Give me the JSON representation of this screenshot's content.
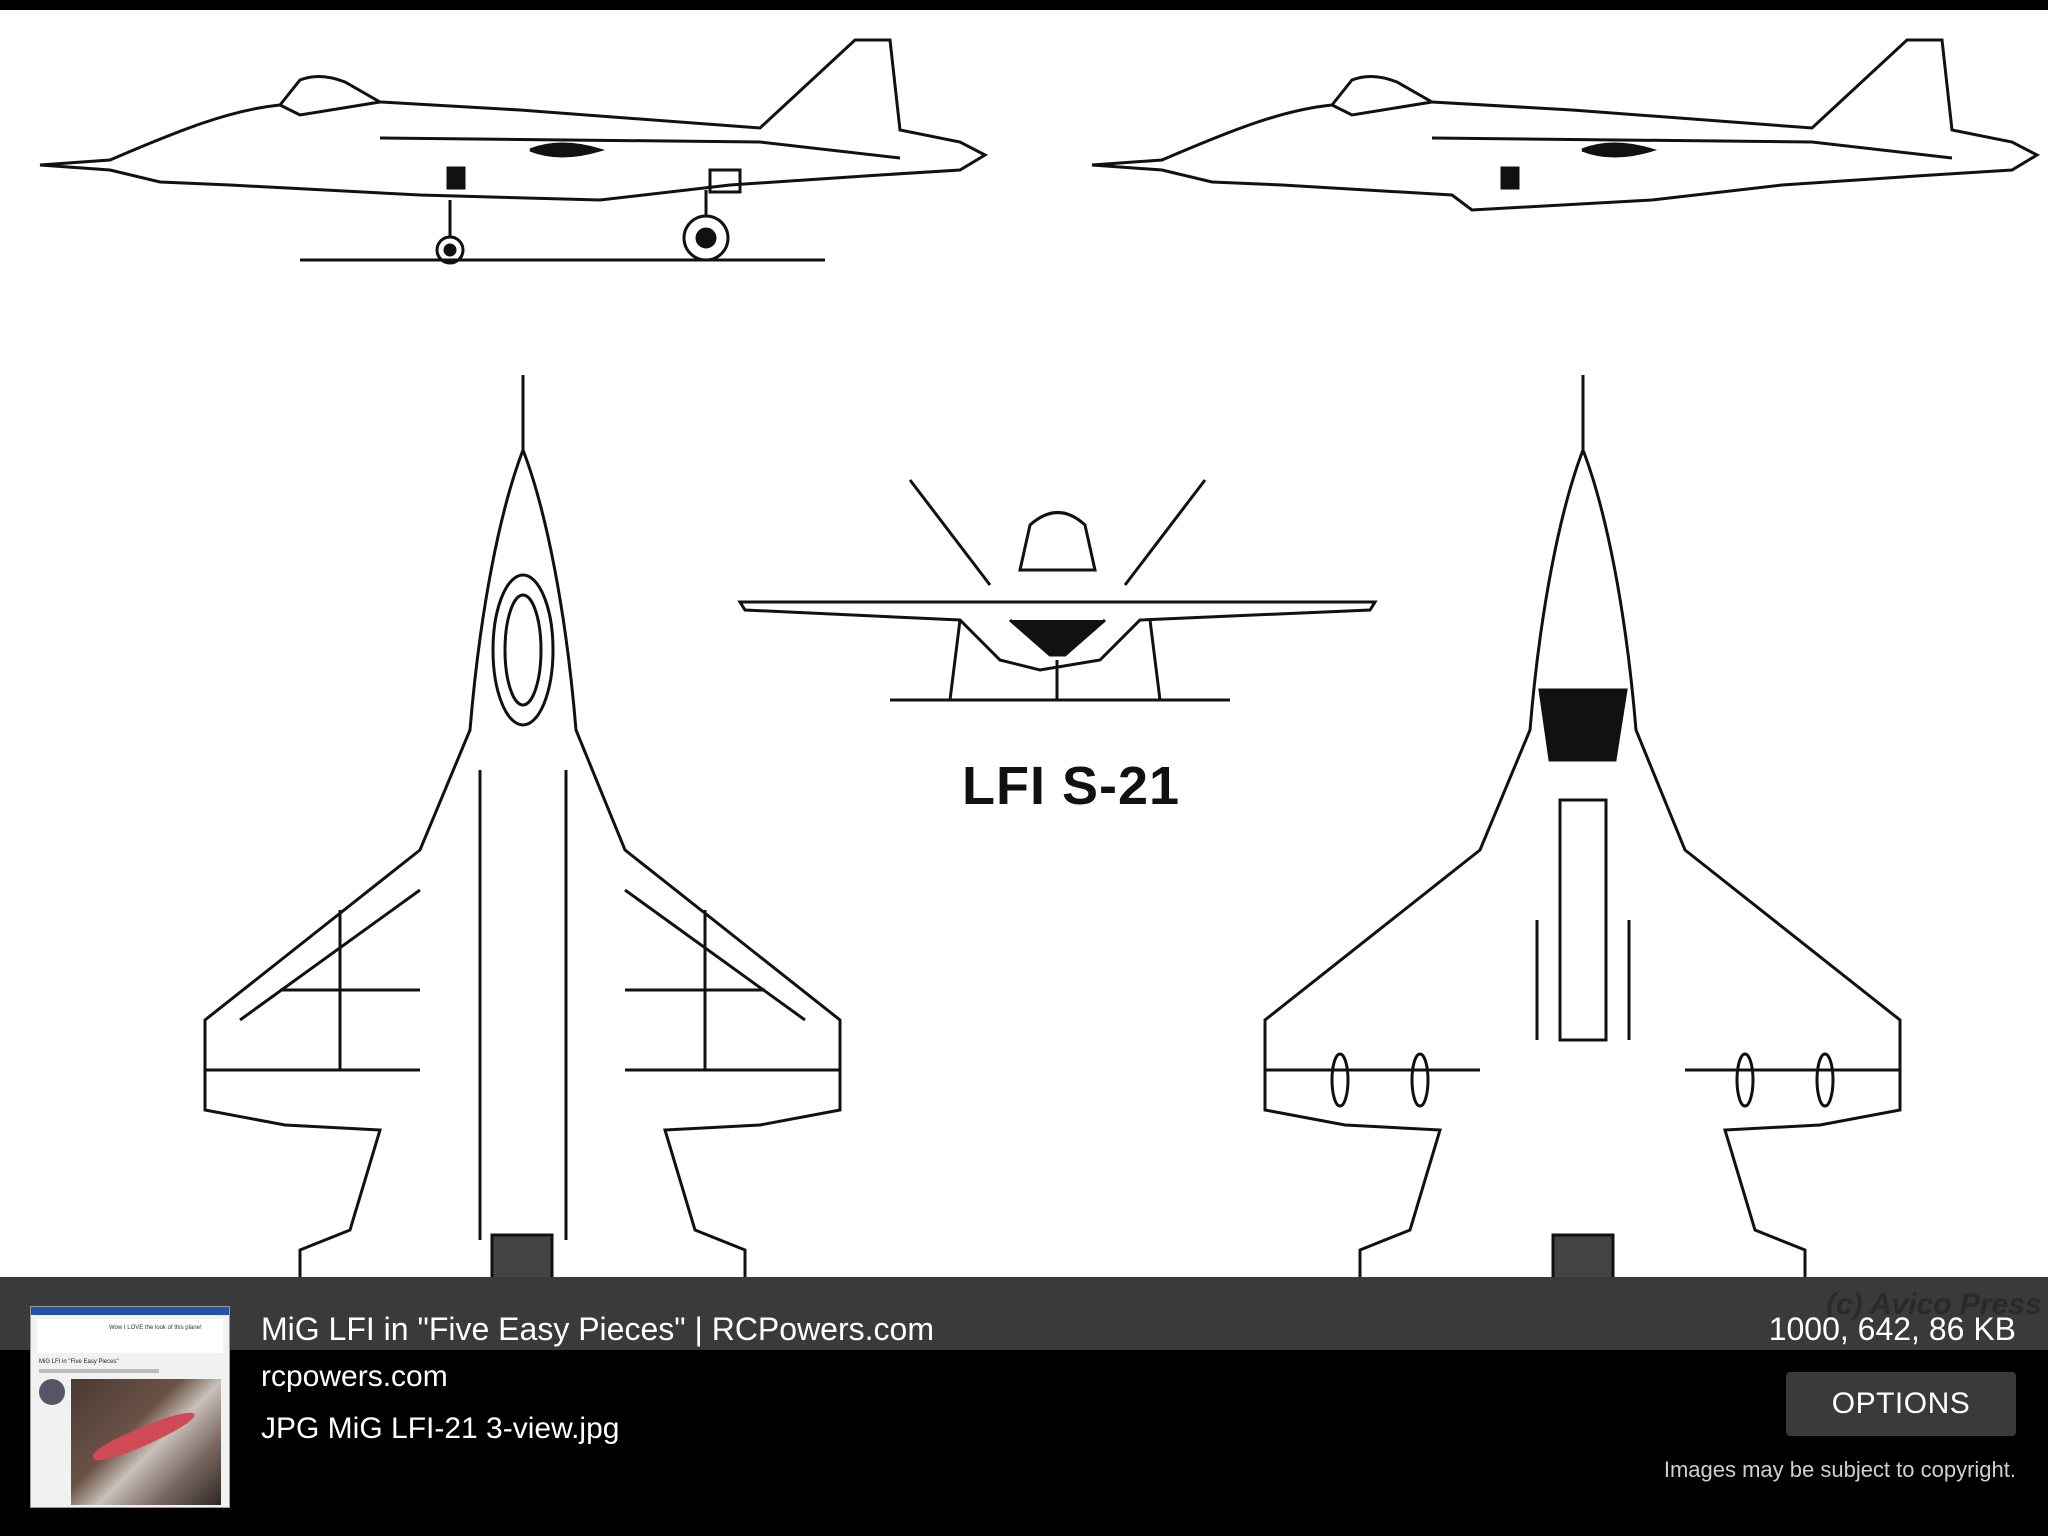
{
  "viewer": {
    "blueprint_label": "LFI S-21",
    "watermark": "(c) Avico Press"
  },
  "result": {
    "title": "MiG LFI in \"Five Easy Pieces\" | RCPowers.com",
    "domain": "rcpowers.com",
    "file_info": "JPG MiG LFI-21 3-view.jpg",
    "dimensions": "1000, 642, 86 KB",
    "options_label": "OPTIONS",
    "copyright_notice": "Images may be subject to copyright."
  },
  "thumbnail": {
    "headline": "Wow I LOVE the look of this plane!",
    "page_title": "MiG LFI in \"Five Easy Pieces\""
  },
  "colors": {
    "overlay_strip": "#3c3c3c",
    "panel": "#000000",
    "button": "#3a3a3a",
    "thumb_header": "#2452a6"
  }
}
